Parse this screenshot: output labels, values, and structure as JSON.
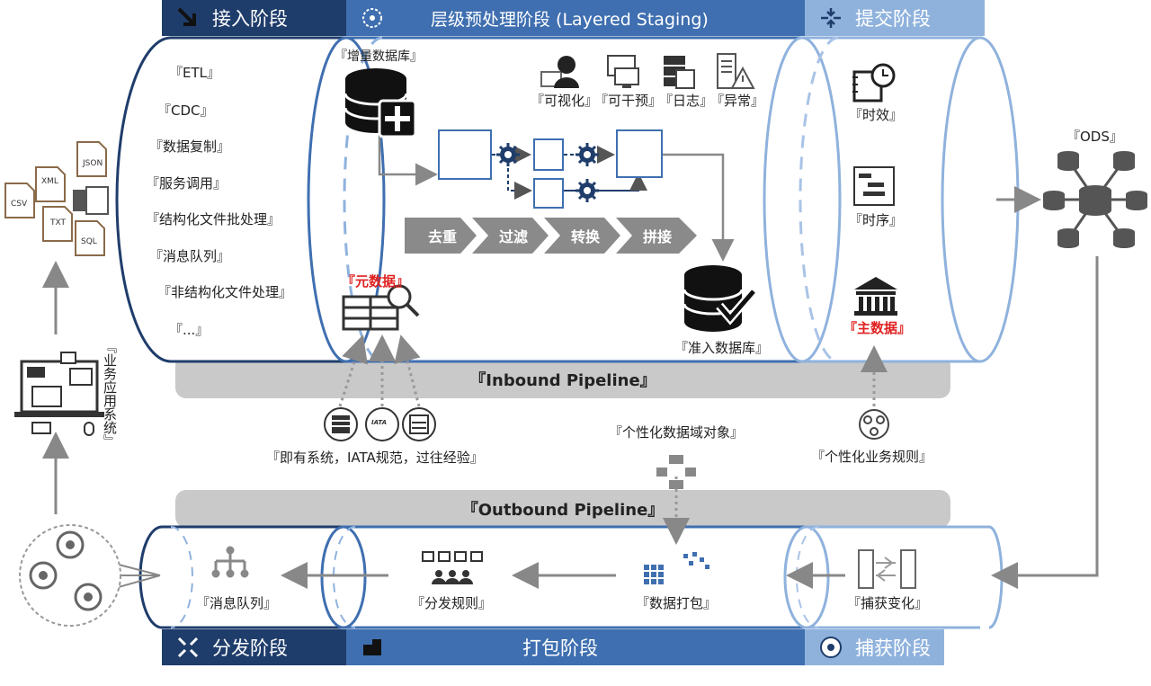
{
  "headers": {
    "ingest": "接入阶段",
    "staging": "层级预处理阶段 (Layered Staging)",
    "submit": "提交阶段",
    "dispatch": "分发阶段",
    "package": "打包阶段",
    "capture": "捕获阶段"
  },
  "ingest_methods": [
    "『ETL』",
    "『CDC』",
    "『数据复制』",
    "『服务调用』",
    "『结构化文件批处理』",
    "『消息队列』",
    "『非结构化文件处理』",
    "『...』"
  ],
  "file_types": [
    "JSON",
    "XML",
    "CSV",
    "TXT",
    "SQL"
  ],
  "staging": {
    "incremental_db": "『增量数据库』",
    "tools": [
      "『可视化』",
      "『可干预』",
      "『日志』",
      "『异常』"
    ],
    "steps": [
      "去重",
      "过滤",
      "转换",
      "拼接"
    ],
    "metadata": "『元数据』",
    "admitted_db": "『准入数据库』"
  },
  "submit": {
    "timeliness": "『时效』",
    "sequence": "『时序』",
    "master_data": "『主数据』"
  },
  "ods": "『ODS』",
  "inbound_pipeline": "『Inbound Pipeline』",
  "outbound_pipeline": "『Outbound Pipeline』",
  "existing_systems": "『即有系统，IATA规范，过往经验』",
  "iata_text": "IATA",
  "personalized_domain": "『个性化数据域对象』",
  "personalized_rules": "『个性化业务规则』",
  "business_app": "『业务应用系统』",
  "outbound": {
    "message_queue": "『消息队列』",
    "dispatch_rules": "『分发规则』",
    "data_packaging": "『数据打包』",
    "capture_change": "『捕获变化』"
  },
  "colors": {
    "dark_navy": "#1f3d6b",
    "mid_blue": "#3f6fb0",
    "light_blue": "#8fb2dd",
    "grey_bar": "#c9c9c9",
    "step_grey": "#8a8a8a",
    "red": "#e02020"
  }
}
